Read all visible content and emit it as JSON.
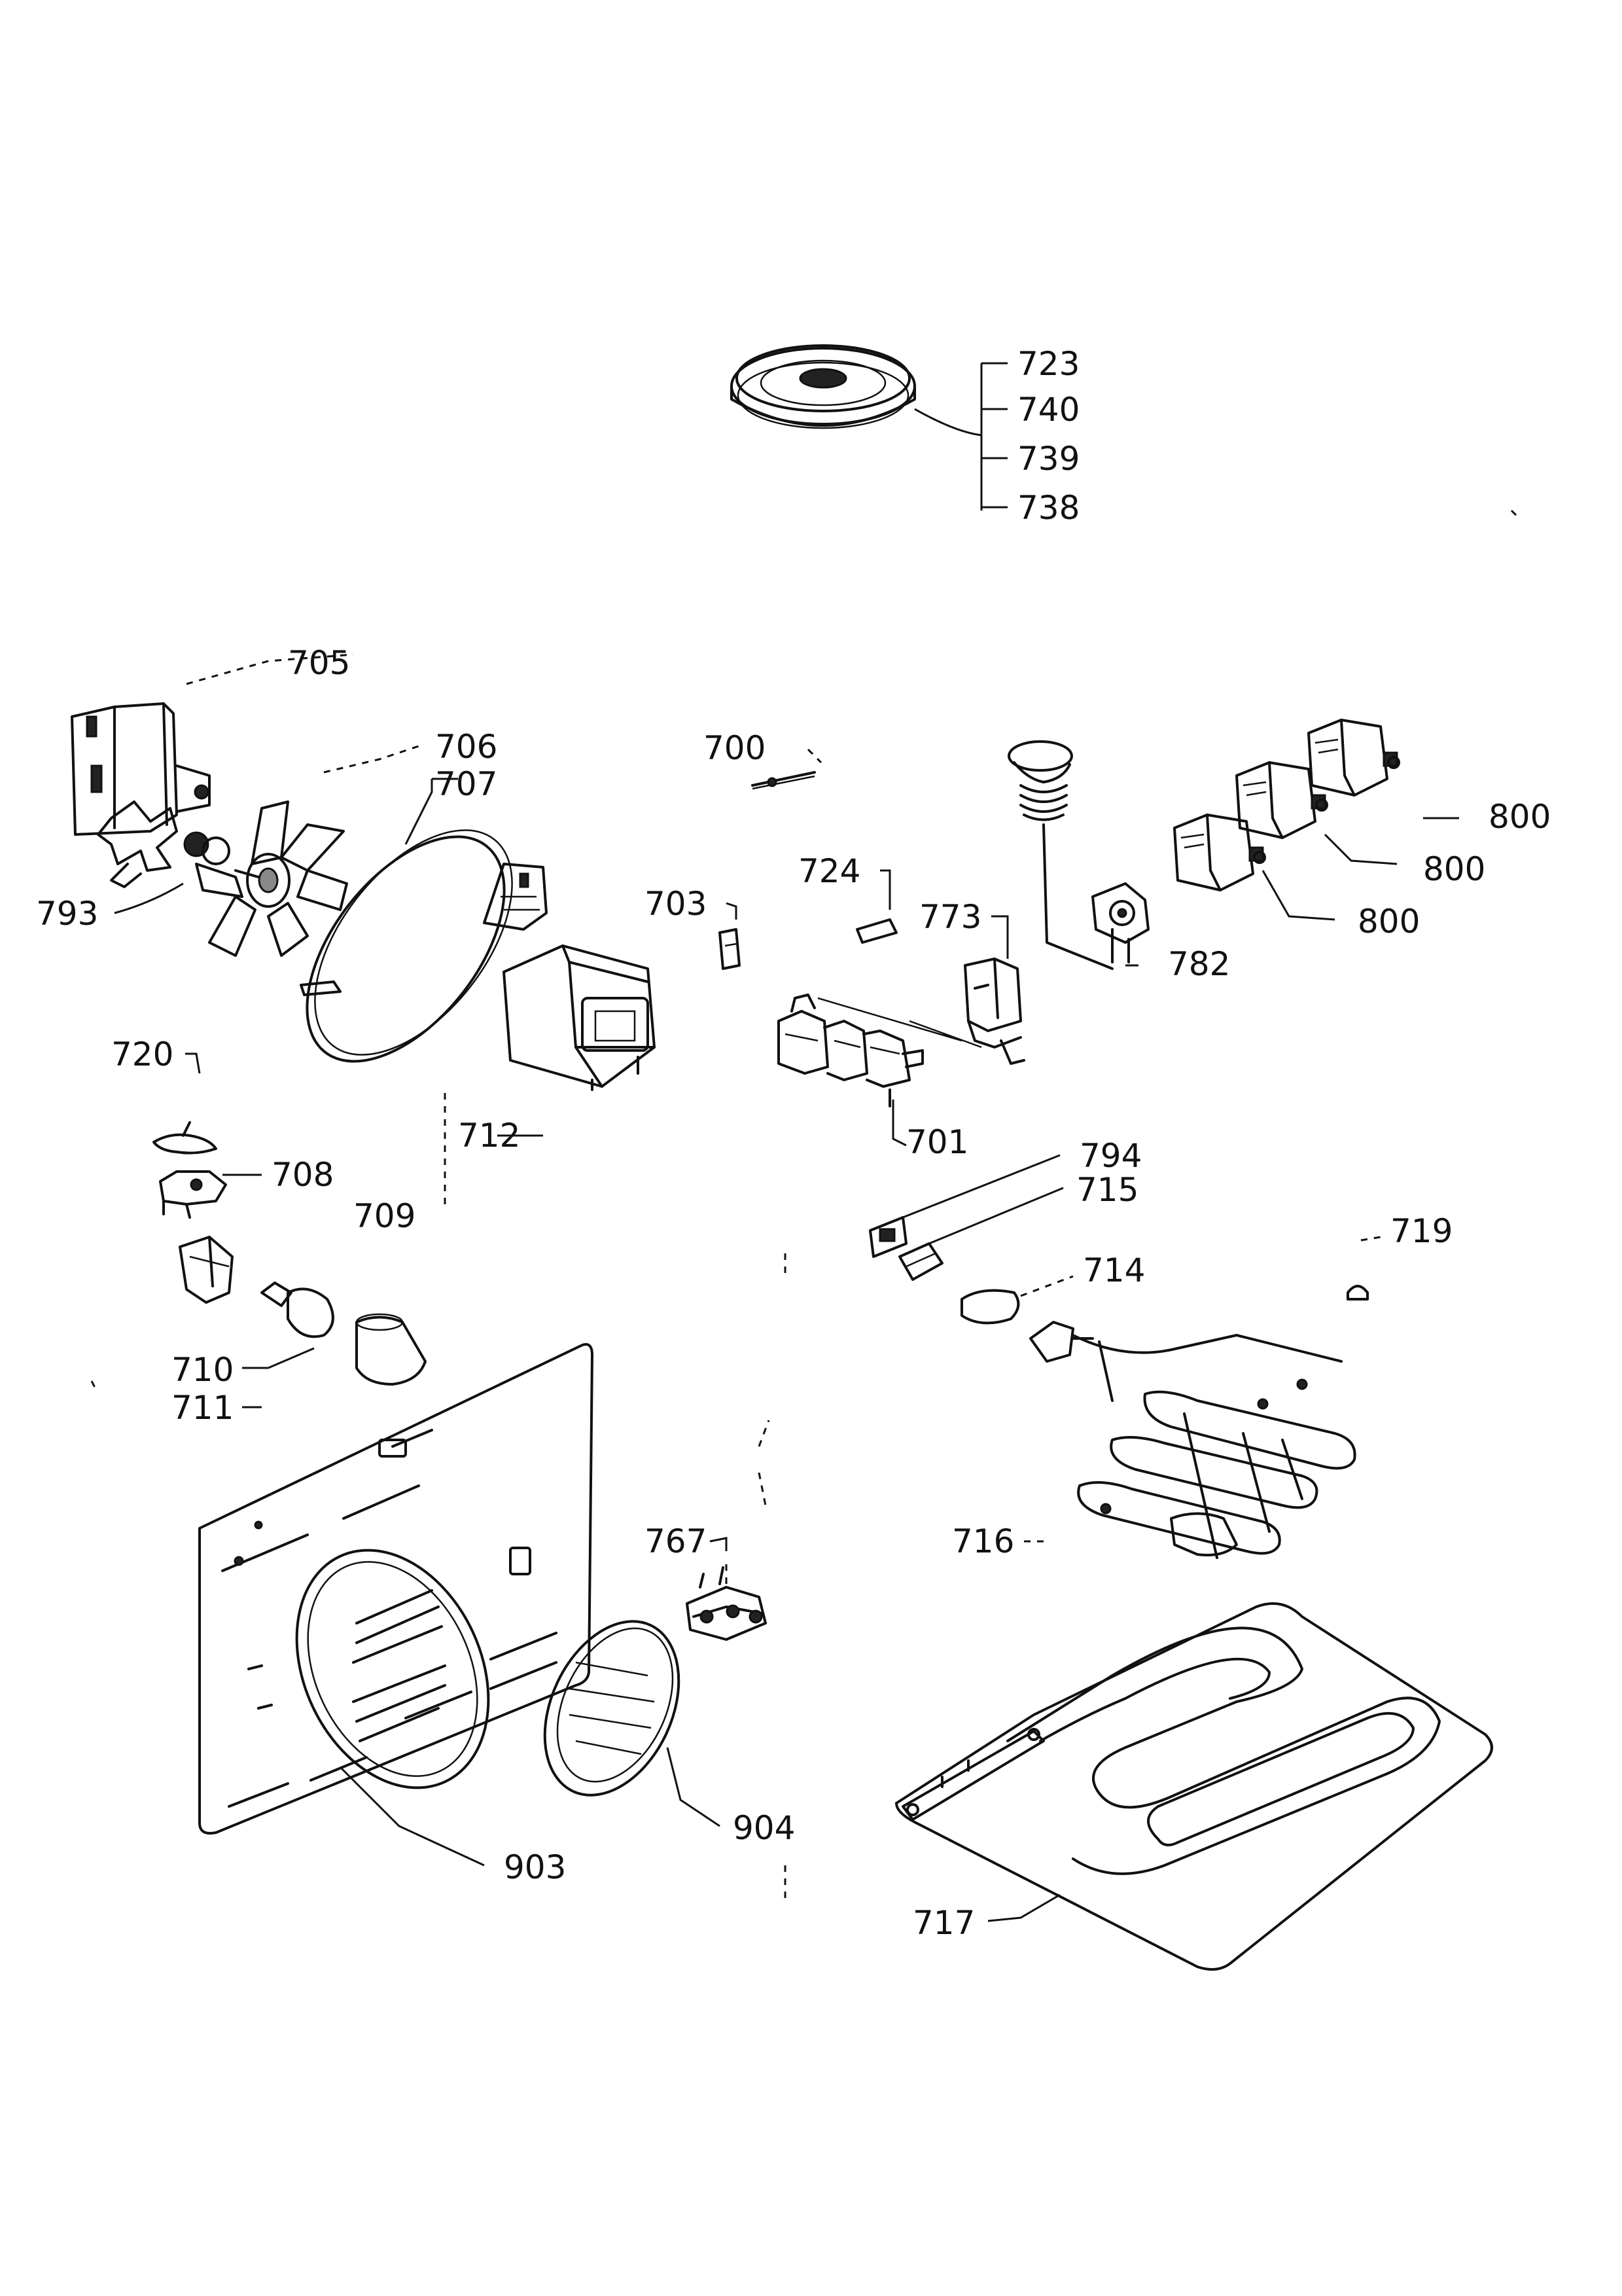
{
  "callouts": {
    "c723": "723",
    "c740": "740",
    "c739": "739",
    "c738": "738",
    "c705": "705",
    "c706": "706",
    "c707": "707",
    "c700": "700",
    "c800a": "800",
    "c800b": "800",
    "c800c": "800",
    "c793": "793",
    "c703": "703",
    "c724": "724",
    "c773": "773",
    "c782": "782",
    "c720": "720",
    "c712": "712",
    "c701": "701",
    "c708": "708",
    "c709": "709",
    "c794": "794",
    "c715": "715",
    "c719": "719",
    "c714": "714",
    "c710": "710",
    "c711": "711",
    "c767": "767",
    "c716": "716",
    "c903": "903",
    "c904": "904",
    "c717": "717"
  }
}
